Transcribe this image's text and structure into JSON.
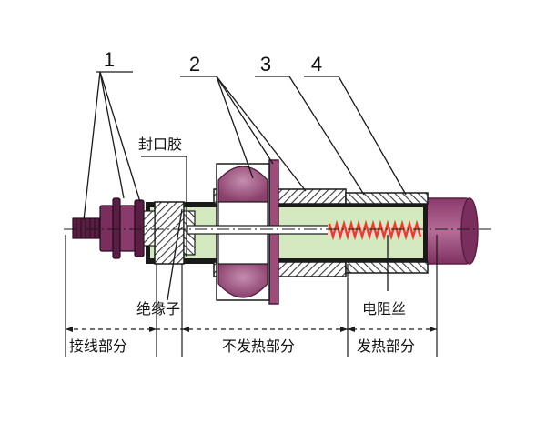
{
  "callouts": {
    "c1": "1",
    "c2": "2",
    "c3": "3",
    "c4": "4"
  },
  "labels": {
    "sealant": "封口胶",
    "insulator": "绝缘子",
    "resistance_wire": "电阻丝"
  },
  "sections": {
    "terminal": "接线部分",
    "non_heating": "不发热部分",
    "heating": "发热部分"
  },
  "colors": {
    "body_fill": "#d4e9bf",
    "tube_outline": "#1a1a1a",
    "nut": "#9b4e7a",
    "coil": "#d6462e",
    "hatch": "#3a3a3a",
    "background": "#ffffff"
  }
}
